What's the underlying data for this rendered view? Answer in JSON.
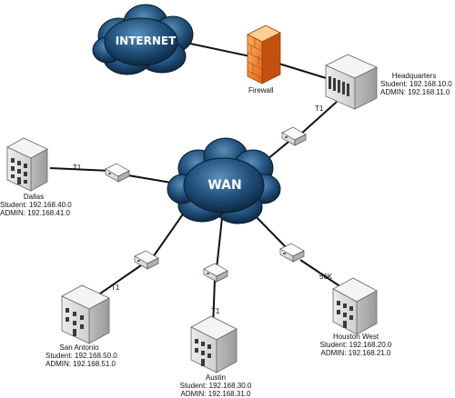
{
  "internet": {
    "label": "INTERNET"
  },
  "wan": {
    "label": "WAN"
  },
  "firewall": {
    "label": "Firewall"
  },
  "links": {
    "hq": "T1",
    "dallas": "T1",
    "san_antonio": "T1",
    "austin": "T1",
    "houston_west": "56K"
  },
  "sites": {
    "hq": {
      "name": "Headquarters",
      "student": "Student: 192.168.10.0",
      "admin": "ADMIN: 192.168.11.0"
    },
    "dallas": {
      "name": "Dallas",
      "student": "Student: 192.168.40.0",
      "admin": "ADMIN: 192.168.41.0"
    },
    "san_antonio": {
      "name": "San Antonio",
      "student": "Student: 192.168.50.0",
      "admin": "ADMIN: 192.168.51.0"
    },
    "austin": {
      "name": "Austin",
      "student": "Student: 192.168.30.0",
      "admin": "ADMIN: 192.168.31.0"
    },
    "houston_west": {
      "name": "Houston West",
      "student": "Student: 192.168.20.0",
      "admin": "ADMIN: 192.168.21.0"
    }
  }
}
